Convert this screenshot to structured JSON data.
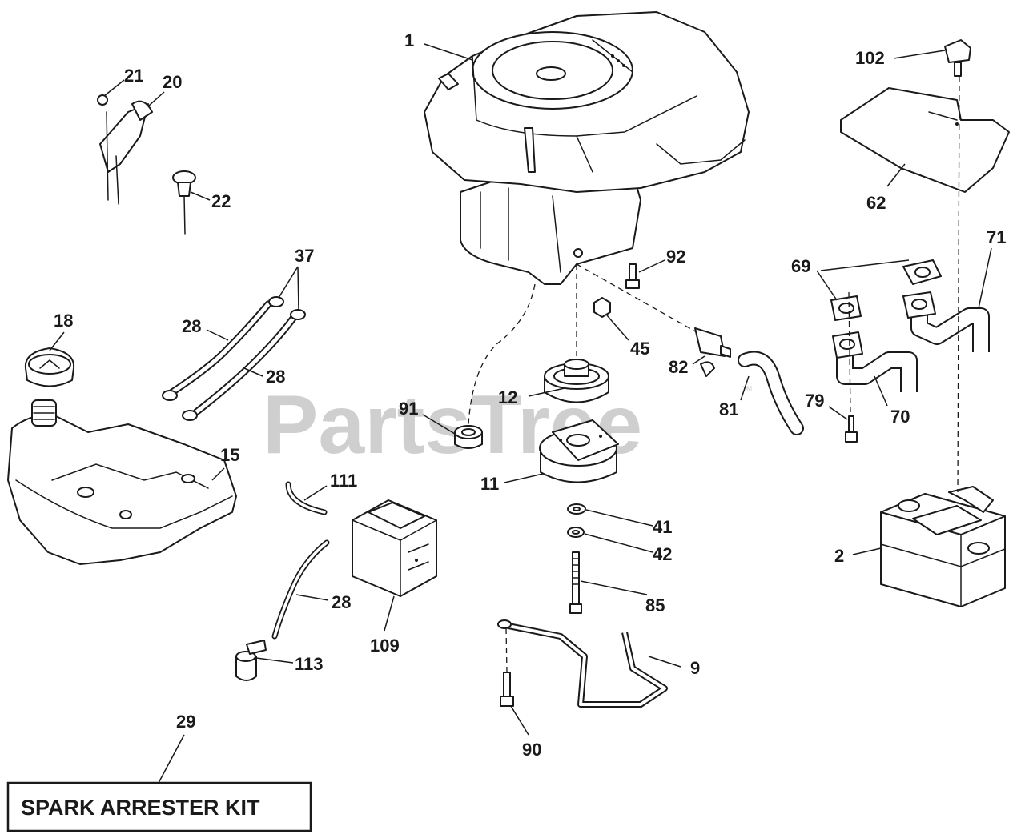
{
  "watermark": {
    "text": "PartsTree",
    "trademark": "™"
  },
  "kit_label": "SPARK ARRESTER KIT",
  "callouts": {
    "c1": "1",
    "c2": "2",
    "c9": "9",
    "c11": "11",
    "c12": "12",
    "c15": "15",
    "c18": "18",
    "c20": "20",
    "c21": "21",
    "c22": "22",
    "c28a": "28",
    "c28b": "28",
    "c28c": "28",
    "c29": "29",
    "c37": "37",
    "c41": "41",
    "c42": "42",
    "c45": "45",
    "c62": "62",
    "c69": "69",
    "c70": "70",
    "c71": "71",
    "c79": "79",
    "c81": "81",
    "c82": "82",
    "c85": "85",
    "c90": "90",
    "c91": "91",
    "c92": "92",
    "c102": "102",
    "c109": "109",
    "c111": "111",
    "c113": "113"
  },
  "colors": {
    "ink": "#1a1a1a",
    "watermark": "#cfcfcf",
    "background": "#ffffff"
  }
}
